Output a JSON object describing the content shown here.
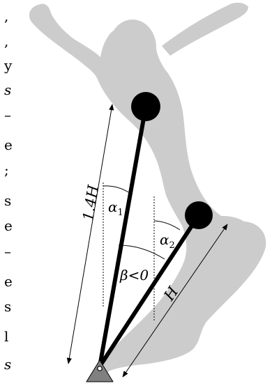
{
  "labels": {
    "long_segment": "1.4H",
    "short_segment": "H",
    "alpha1": "α",
    "alpha1_sub": "1",
    "alpha2": "α",
    "alpha2_sub": "2",
    "beta": "β<0"
  },
  "left_margin_glyphs": [
    ",",
    ",",
    "y",
    "s",
    "–",
    "e",
    ";",
    "s",
    "e",
    "–",
    "e",
    "s",
    "l",
    "s"
  ],
  "colors": {
    "silhouette": "#cccccc",
    "rods": "#000000",
    "joints": "#000000",
    "pivot_base": "#808080",
    "dimension_lines": "#000000",
    "dashed_verticals": "#000000"
  }
}
